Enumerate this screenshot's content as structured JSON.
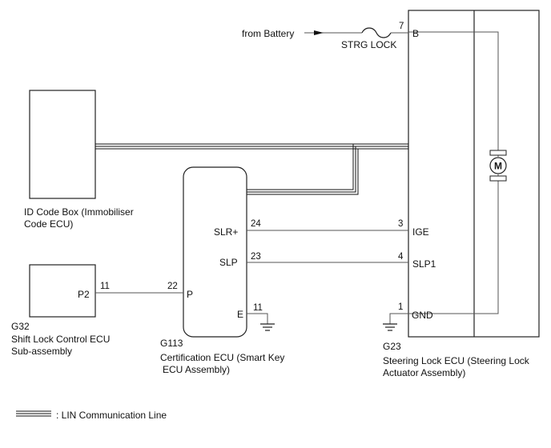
{
  "battery": {
    "label": "from Battery"
  },
  "fuse": {
    "label": "STRG LOCK"
  },
  "steering_lock_ecu": {
    "code": "G23",
    "name_line1": "Steering Lock ECU (Steering Lock",
    "name_line2": "Actuator Assembly)",
    "pins": {
      "b": {
        "num": "7",
        "label": "B"
      },
      "ige": {
        "num": "3",
        "label": "IGE"
      },
      "slp1": {
        "num": "4",
        "label": "SLP1"
      },
      "gnd": {
        "num": "1",
        "label": "GND"
      }
    },
    "motor_symbol": "M"
  },
  "id_code_box": {
    "name_line1": "ID Code Box (Immobiliser",
    "name_line2": "Code ECU)"
  },
  "certification_ecu": {
    "code": "G113",
    "name_line1": "Certification ECU (Smart Key",
    "name_line2": "ECU Assembly)",
    "pins": {
      "slr": {
        "num": "24",
        "label": "SLR+"
      },
      "slp": {
        "num": "23",
        "label": "SLP"
      },
      "p": {
        "num": "22",
        "label": "P"
      },
      "e": {
        "num": "11",
        "label": "E"
      }
    }
  },
  "shift_lock_ecu": {
    "code": "G32",
    "name_line1": "Shift Lock Control ECU",
    "name_line2": "Sub-assembly",
    "pins": {
      "p2": {
        "num": "11",
        "label": "P2"
      }
    }
  },
  "legend": {
    "lin_label": ": LIN Communication Line"
  }
}
